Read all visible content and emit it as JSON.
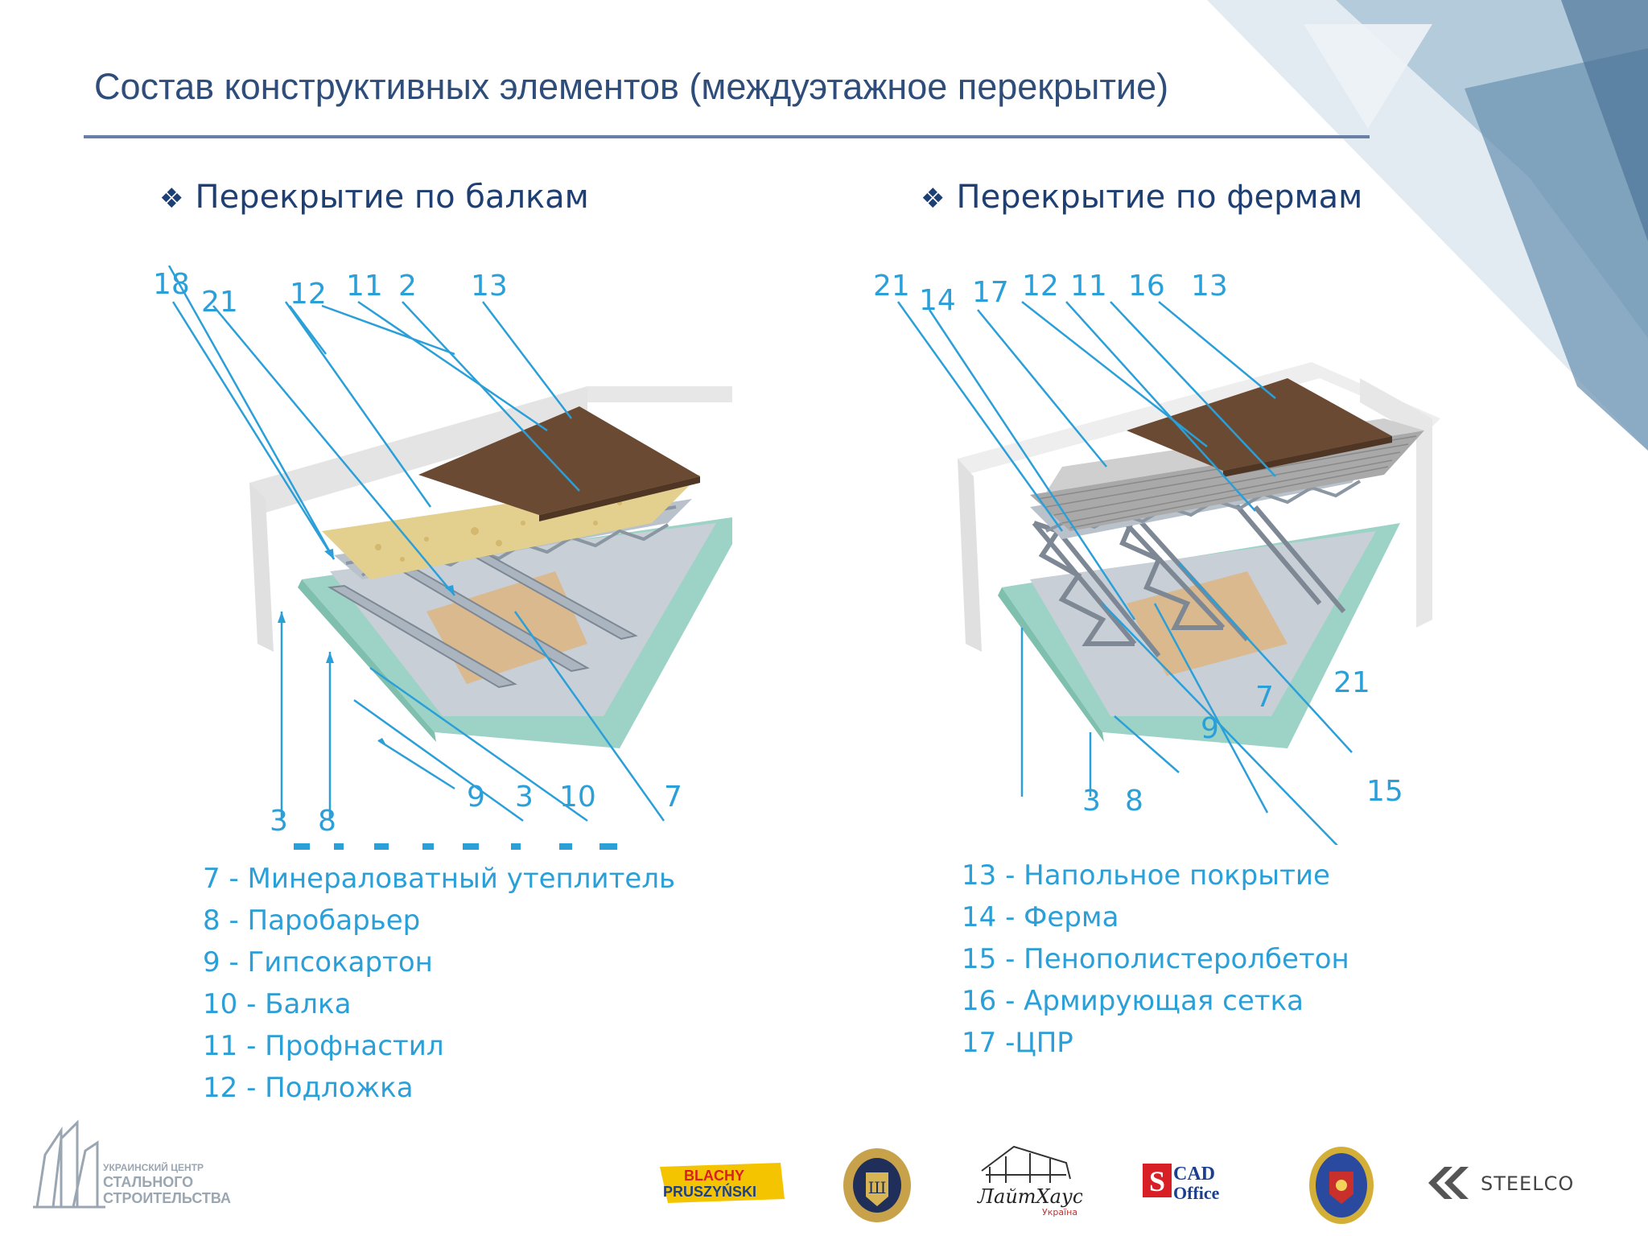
{
  "slide": {
    "title": "Состав конструктивных элементов (междуэтажное перекрытие)",
    "accent": "#2a9fd8",
    "title_color": "#2f4d7a"
  },
  "left": {
    "heading": "Перекрытие по балкам",
    "bullet_icon": "four-diamond-icon",
    "callouts": [
      "18",
      "21",
      "12",
      "11",
      "2",
      "13",
      "3",
      "8",
      "9",
      "3",
      "10",
      "7"
    ],
    "legend": [
      "7 - Минераловатный утеплитель",
      "8 - Паробарьер",
      "9 - Гипсокартон",
      "10 - Балка",
      "11 - Профнастил",
      "12 - Подложка"
    ]
  },
  "right": {
    "heading": "Перекрытие по фермам",
    "bullet_icon": "four-diamond-icon",
    "callouts": [
      "21",
      "14",
      "17",
      "12",
      "11",
      "16",
      "13",
      "7",
      "21",
      "9",
      "15",
      "3",
      "8"
    ],
    "legend": [
      "13 - Напольное покрытие",
      "14 - Ферма",
      "15 - Пенополистеролбетон",
      "16 - Армирующая сетка",
      "17 -ЦПР"
    ]
  },
  "footer": {
    "org_lines": [
      "УКРАИНСКИЙ ЦЕНТР",
      "СТАЛЬНОГО",
      "СТРОИТЕЛЬСТВА"
    ],
    "logos": {
      "blachy_top": "BLACHY",
      "blachy_bottom": "PRUSZYŃSKI",
      "laithaus": "ЛайтХаус",
      "laithaus_sub": "Україна",
      "scad_top": "CAD",
      "scad_bottom": "Office",
      "steelco": "STEELCO"
    }
  }
}
